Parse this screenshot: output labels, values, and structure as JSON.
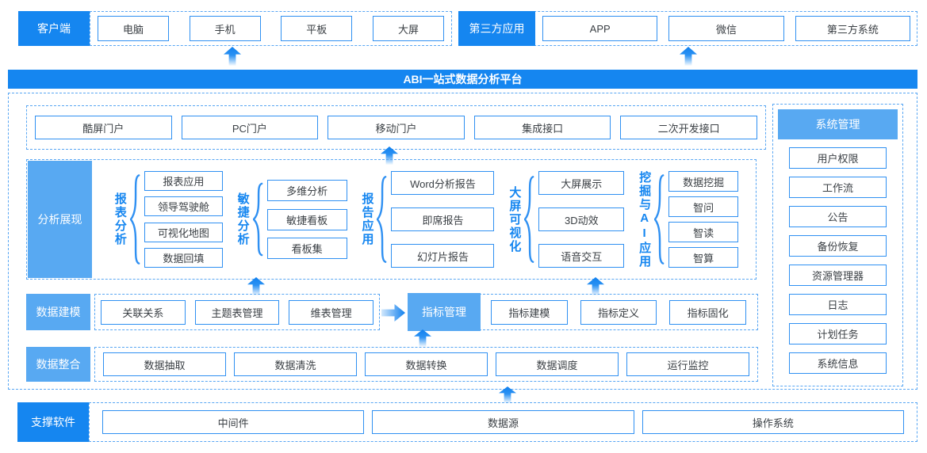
{
  "banner": {
    "title": "ABI一站式数据分析平台"
  },
  "top": {
    "client": {
      "label": "客户端",
      "items": [
        "电脑",
        "手机",
        "平板",
        "大屏"
      ]
    },
    "third_party": {
      "label": "第三方应用",
      "items": [
        "APP",
        "微信",
        "第三方系统"
      ]
    }
  },
  "portals": {
    "items": [
      "酷屏门户",
      "PC门户",
      "移动门户",
      "集成接口",
      "二次开发接口"
    ]
  },
  "analysis": {
    "label": "分析展现",
    "groups": [
      {
        "name": "报表分析",
        "items": [
          "报表应用",
          "领导驾驶舱",
          "可视化地图",
          "数据回填"
        ]
      },
      {
        "name": "敏捷分析",
        "items": [
          "多维分析",
          "敏捷看板",
          "看板集"
        ]
      },
      {
        "name": "报告应用",
        "items": [
          "Word分析报告",
          "即席报告",
          "幻灯片报告"
        ]
      },
      {
        "name": "大屏可视化",
        "items": [
          "大屏展示",
          "3D动效",
          "语音交互"
        ]
      },
      {
        "name": "挖掘与AI应用",
        "items": [
          "数据挖掘",
          "智问",
          "智读",
          "智算"
        ]
      }
    ]
  },
  "modeling": {
    "label": "数据建模",
    "items": [
      "关联关系",
      "主题表管理",
      "维表管理"
    ],
    "metric": {
      "label": "指标管理",
      "items": [
        "指标建模",
        "指标定义",
        "指标固化"
      ]
    }
  },
  "integration": {
    "label": "数据整合",
    "items": [
      "数据抽取",
      "数据清洗",
      "数据转换",
      "数据调度",
      "运行监控"
    ]
  },
  "system": {
    "label": "系统管理",
    "items": [
      "用户权限",
      "工作流",
      "公告",
      "备份恢复",
      "资源管理器",
      "日志",
      "计划任务",
      "系统信息"
    ]
  },
  "support": {
    "label": "支撑软件",
    "items": [
      "中间件",
      "数据源",
      "操作系统"
    ]
  },
  "colors": {
    "primary_blue": "#1586f0",
    "secondary_blue": "#58a9f2",
    "button_border": "#2f90f2",
    "dashed_border": "#58a6f3",
    "text": "#3b4045"
  }
}
